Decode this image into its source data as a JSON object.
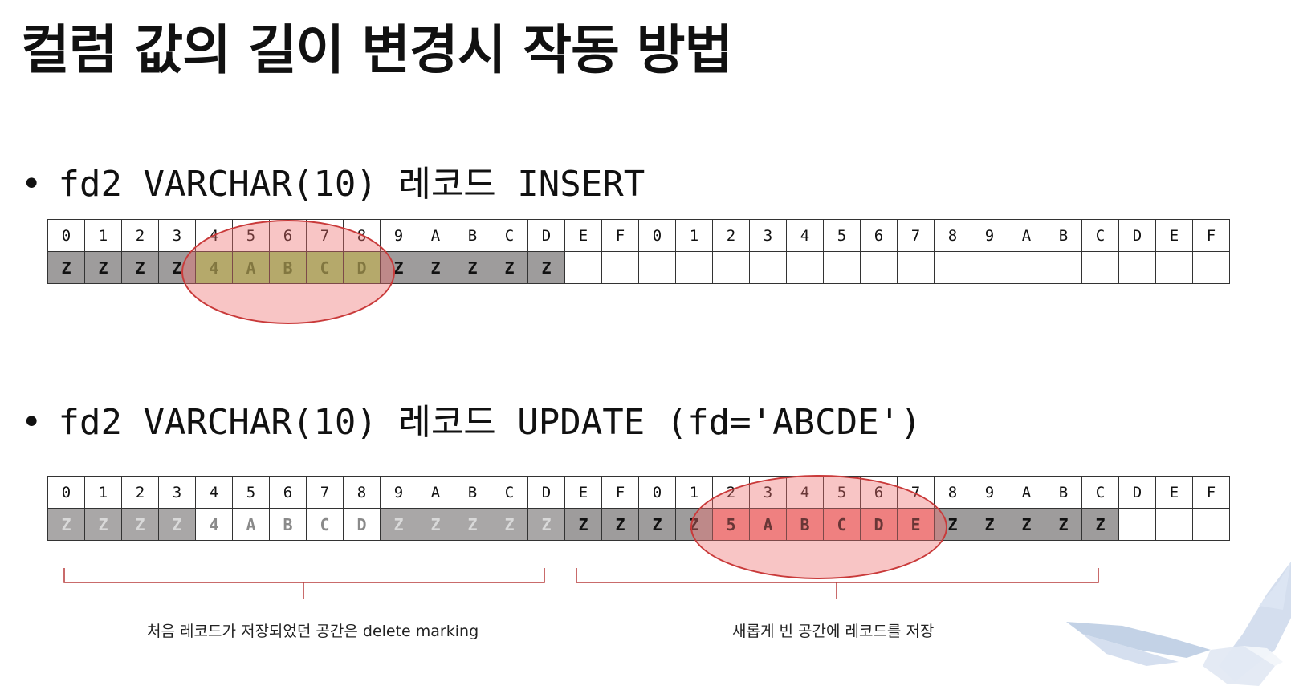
{
  "title": "컬럼 값의 길이 변경시 작동 방법",
  "bullet_glyph": "•",
  "section1": {
    "heading": "fd2 VARCHAR(10) 레코드 INSERT",
    "header": [
      "0",
      "1",
      "2",
      "3",
      "4",
      "5",
      "6",
      "7",
      "8",
      "9",
      "A",
      "B",
      "C",
      "D",
      "E",
      "F",
      "0",
      "1",
      "2",
      "3",
      "4",
      "5",
      "6",
      "7",
      "8",
      "9",
      "A",
      "B",
      "C",
      "D",
      "E",
      "F"
    ],
    "cells": [
      {
        "v": "Z",
        "s": "z-active"
      },
      {
        "v": "Z",
        "s": "z-active"
      },
      {
        "v": "Z",
        "s": "z-active"
      },
      {
        "v": "Z",
        "s": "z-active"
      },
      {
        "v": "4",
        "s": "hl-green"
      },
      {
        "v": "A",
        "s": "hl-green"
      },
      {
        "v": "B",
        "s": "hl-green"
      },
      {
        "v": "C",
        "s": "hl-green"
      },
      {
        "v": "D",
        "s": "hl-green"
      },
      {
        "v": "Z",
        "s": "z-active"
      },
      {
        "v": "Z",
        "s": "z-active"
      },
      {
        "v": "Z",
        "s": "z-active"
      },
      {
        "v": "Z",
        "s": "z-active"
      },
      {
        "v": "Z",
        "s": "z-active"
      },
      {
        "v": "",
        "s": "empty"
      },
      {
        "v": "",
        "s": "empty"
      },
      {
        "v": "",
        "s": "empty"
      },
      {
        "v": "",
        "s": "empty"
      },
      {
        "v": "",
        "s": "empty"
      },
      {
        "v": "",
        "s": "empty"
      },
      {
        "v": "",
        "s": "empty"
      },
      {
        "v": "",
        "s": "empty"
      },
      {
        "v": "",
        "s": "empty"
      },
      {
        "v": "",
        "s": "empty"
      },
      {
        "v": "",
        "s": "empty"
      },
      {
        "v": "",
        "s": "empty"
      },
      {
        "v": "",
        "s": "empty"
      },
      {
        "v": "",
        "s": "empty"
      },
      {
        "v": "",
        "s": "empty"
      },
      {
        "v": "",
        "s": "empty"
      },
      {
        "v": "",
        "s": "empty"
      },
      {
        "v": "",
        "s": "empty"
      }
    ]
  },
  "section2": {
    "heading": "fd2 VARCHAR(10) 레코드 UPDATE (fd='ABCDE')",
    "header": [
      "0",
      "1",
      "2",
      "3",
      "4",
      "5",
      "6",
      "7",
      "8",
      "9",
      "A",
      "B",
      "C",
      "D",
      "E",
      "F",
      "0",
      "1",
      "2",
      "3",
      "4",
      "5",
      "6",
      "7",
      "8",
      "9",
      "A",
      "B",
      "C",
      "D",
      "E",
      "F"
    ],
    "cells": [
      {
        "v": "Z",
        "s": "z-deleted"
      },
      {
        "v": "Z",
        "s": "z-deleted"
      },
      {
        "v": "Z",
        "s": "z-deleted"
      },
      {
        "v": "Z",
        "s": "z-deleted"
      },
      {
        "v": "4",
        "s": "v-deleted"
      },
      {
        "v": "A",
        "s": "v-deleted"
      },
      {
        "v": "B",
        "s": "v-deleted"
      },
      {
        "v": "C",
        "s": "v-deleted"
      },
      {
        "v": "D",
        "s": "v-deleted"
      },
      {
        "v": "Z",
        "s": "z-deleted"
      },
      {
        "v": "Z",
        "s": "z-deleted"
      },
      {
        "v": "Z",
        "s": "z-deleted"
      },
      {
        "v": "Z",
        "s": "z-deleted"
      },
      {
        "v": "Z",
        "s": "z-deleted"
      },
      {
        "v": "Z",
        "s": "z-active"
      },
      {
        "v": "Z",
        "s": "z-active"
      },
      {
        "v": "Z",
        "s": "z-active"
      },
      {
        "v": "Z",
        "s": "z-active"
      },
      {
        "v": "5",
        "s": "v-active"
      },
      {
        "v": "A",
        "s": "v-active"
      },
      {
        "v": "B",
        "s": "v-active"
      },
      {
        "v": "C",
        "s": "v-active"
      },
      {
        "v": "D",
        "s": "v-active"
      },
      {
        "v": "E",
        "s": "v-active"
      },
      {
        "v": "Z",
        "s": "z-active"
      },
      {
        "v": "Z",
        "s": "z-active"
      },
      {
        "v": "Z",
        "s": "z-active"
      },
      {
        "v": "Z",
        "s": "z-active"
      },
      {
        "v": "Z",
        "s": "z-active"
      },
      {
        "v": "",
        "s": "empty"
      },
      {
        "v": "",
        "s": "empty"
      },
      {
        "v": "",
        "s": "empty"
      }
    ]
  },
  "caption_left": "처음 레코드가 저장되었던 공간은 delete marking",
  "caption_right": "새롭게 빈 공간에 레코드를 저장",
  "colors": {
    "ellipse_fill": "#f19c9c",
    "ellipse_border": "#c93a3a",
    "highlight_green": "#8fd16a",
    "bracket": "#b73a3a"
  }
}
